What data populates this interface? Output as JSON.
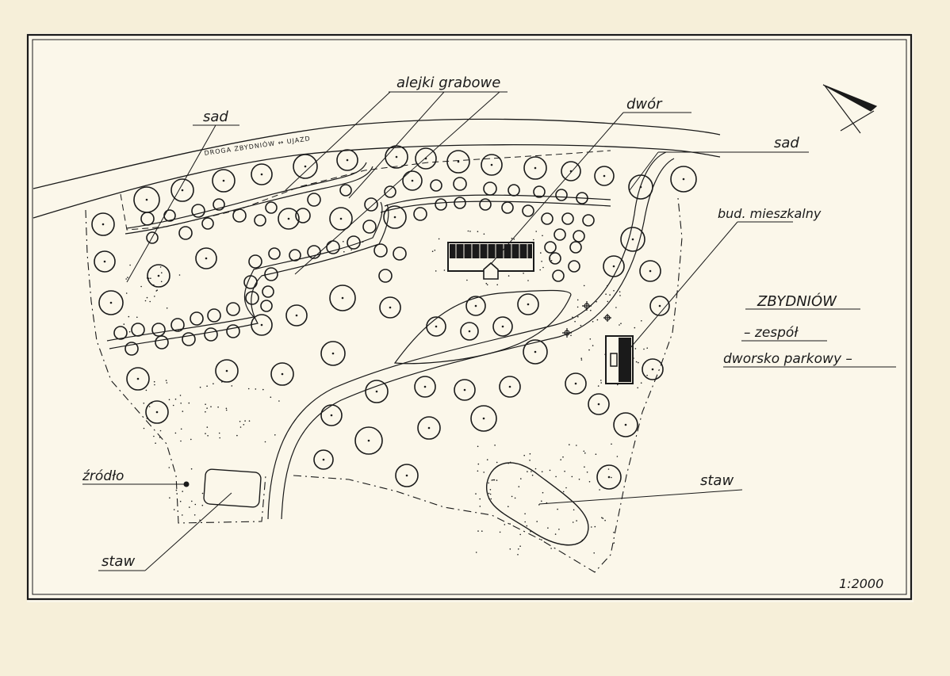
{
  "map": {
    "title": "ZBYDNIÓW",
    "subtitle_line1": "– zespół",
    "subtitle_line2": "dworsko parkowy –",
    "scale": "1:2000",
    "road_label": "DROGA ZBYDNIÓW ↔ UJAZD",
    "labels": {
      "sad_left": "sad",
      "alejki": "alejki grabowe",
      "dwor": "dwór",
      "sad_right": "sad",
      "bud": "bud. mieszkalny",
      "zrodlo": "źródło",
      "staw_left": "staw",
      "staw_right": "staw"
    },
    "colors": {
      "paper": "#f6efd9",
      "sheet": "#fbf7ea",
      "ink": "#1a1a1a"
    }
  }
}
